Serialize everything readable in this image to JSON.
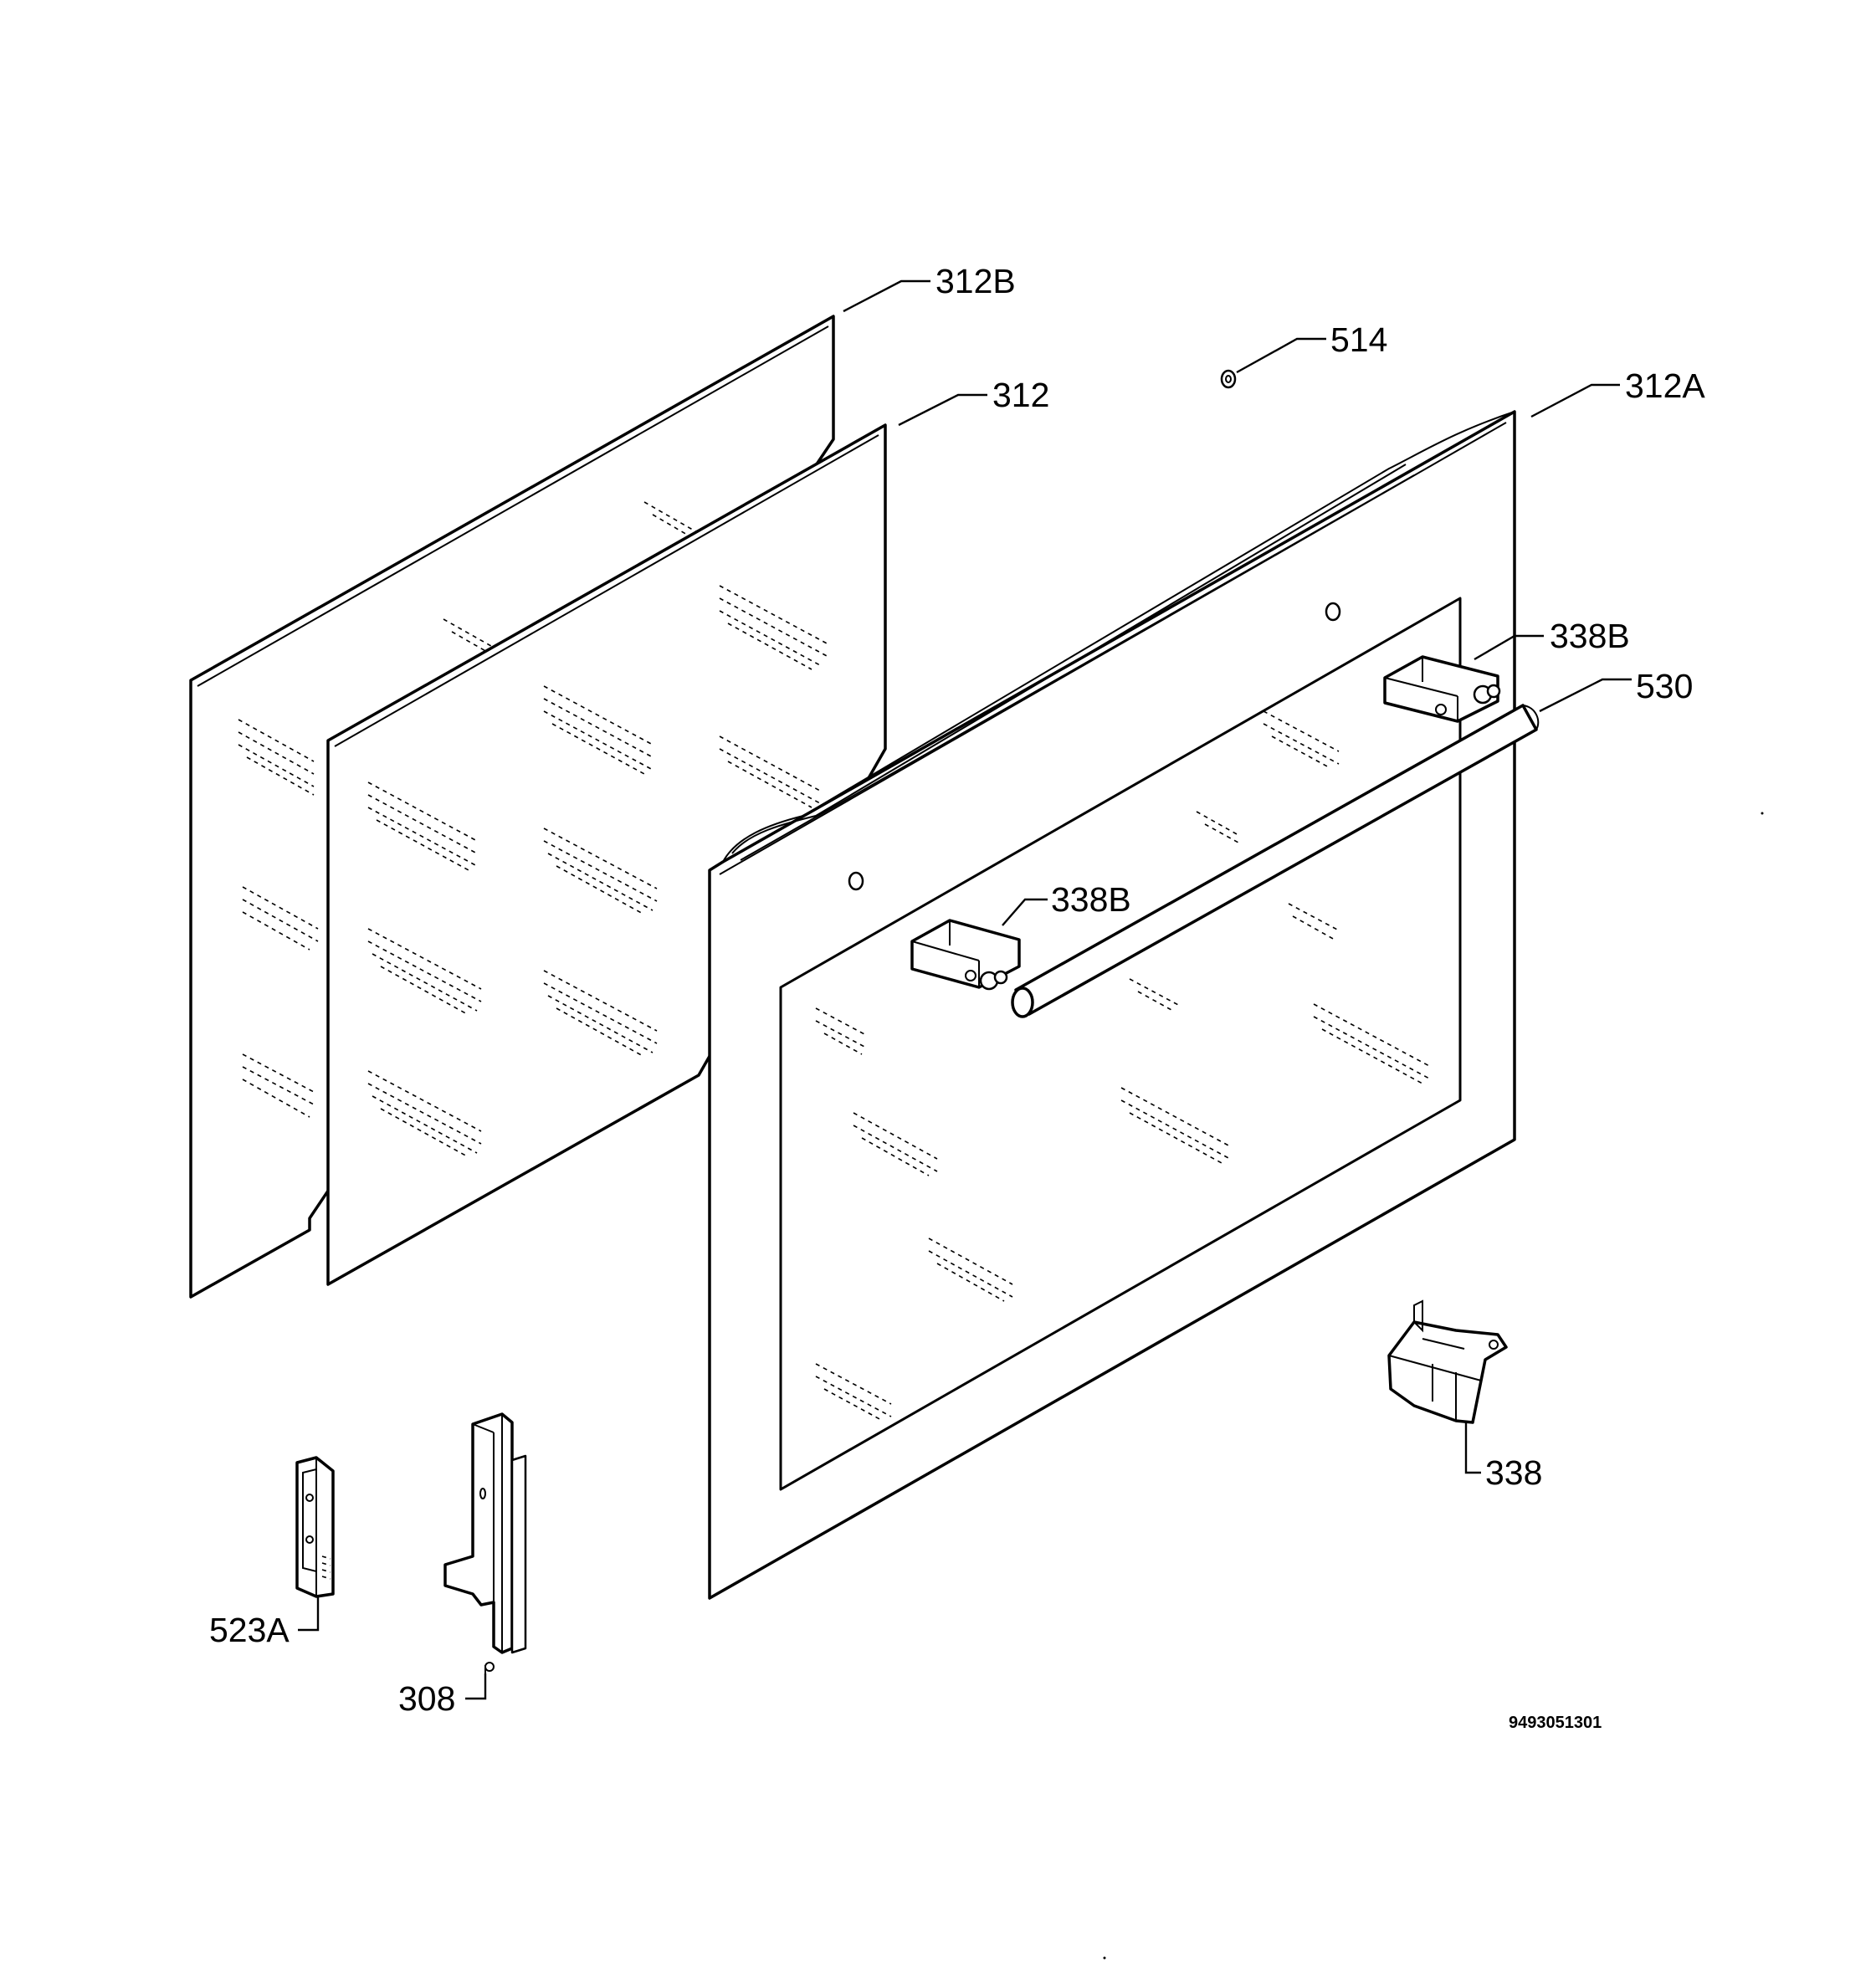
{
  "callouts": {
    "p312b": "312B",
    "p312": "312",
    "p514": "514",
    "p312a": "312A",
    "p338b_upper": "338B",
    "p530": "530",
    "p338b_lower": "338B",
    "p338": "338",
    "p523a": "523A",
    "p308": "308"
  },
  "document_number": "9493051301"
}
